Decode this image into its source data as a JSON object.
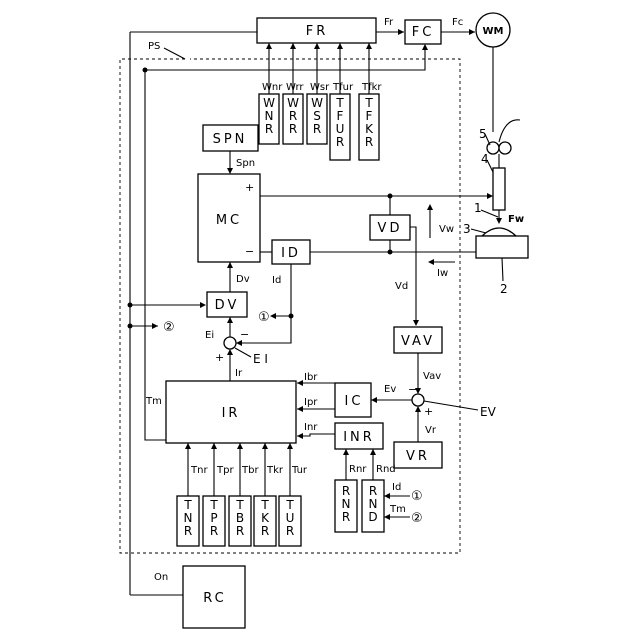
{
  "blocks": {
    "fr": "FR",
    "fc": "FC",
    "wm": "WM",
    "spn": "SPN",
    "mc": "MC",
    "id": "ID",
    "vd": "VD",
    "dv": "DV",
    "vav": "VAV",
    "ir": "IR",
    "ic": "IC",
    "inr": "INR",
    "vr": "VR",
    "rc": "RC",
    "wnr": [
      "W",
      "N",
      "R"
    ],
    "wrr": [
      "W",
      "R",
      "R"
    ],
    "wsr": [
      "W",
      "S",
      "R"
    ],
    "tfur": [
      "T",
      "F",
      "U",
      "R"
    ],
    "tfkr": [
      "T",
      "F",
      "K",
      "R"
    ],
    "tnr": [
      "T",
      "N",
      "R"
    ],
    "tpr": [
      "T",
      "P",
      "R"
    ],
    "tbr": [
      "T",
      "B",
      "R"
    ],
    "tkr": [
      "T",
      "K",
      "R"
    ],
    "tur": [
      "T",
      "U",
      "R"
    ],
    "rnr": [
      "R",
      "N",
      "R"
    ],
    "rnd": [
      "R",
      "N",
      "D"
    ]
  },
  "signals": {
    "fr": "Fr",
    "fc": "Fc",
    "wnr": "Wnr",
    "wrr": "Wrr",
    "wsr": "Wsr",
    "tfur": "Tfur",
    "tfkr": "Tfkr",
    "ps": "PS",
    "spn": "Spn",
    "dv": "Dv",
    "id": "Id",
    "vw": "Vw",
    "iw": "Iw",
    "vd": "Vd",
    "vav": "Vav",
    "ev": "Ev",
    "vr": "Vr",
    "ei": "Ei",
    "ei_block": "E I",
    "ev_block": "EV",
    "ir": "Ir",
    "ibr": "Ibr",
    "ipr": "Ipr",
    "inr": "Inr",
    "tm": "Tm",
    "tnr": "Tnr",
    "tpr": "Tpr",
    "tbr": "Tbr",
    "tkr": "Tkr",
    "tur": "Tur",
    "rnr": "Rnr",
    "rnd": "Rnd",
    "id2": "Id",
    "tm2": "Tm",
    "on": "On",
    "fw": "Fw"
  },
  "marks": {
    "plus": "+",
    "minus": "−",
    "circle_1": "①",
    "circle_2": "②"
  },
  "refs": {
    "r1": "1",
    "r2": "2",
    "r3": "3",
    "r4": "4",
    "r5": "5"
  }
}
